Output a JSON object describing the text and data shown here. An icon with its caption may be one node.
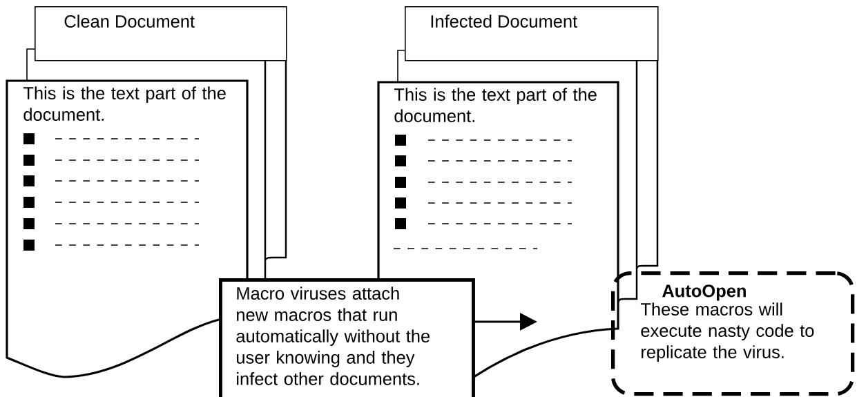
{
  "diagram": {
    "nodes": [
      {
        "text": [
          "Clean Document"
        ]
      },
      {
        "text": [
          "This is the text part of the document."
        ]
      },
      {
        "text": [
          "Infected Document"
        ]
      },
      {
        "text": [
          "This is the text part of the document."
        ]
      },
      {
        "text": [
          "Macro viruses attach new macros that run automatically without the user knowing and they infect other documents."
        ]
      },
      {
        "text": [
          "AutoOpen",
          "These macros will execute nasty code to replicate the virus."
        ]
      }
    ],
    "edges": [
      {
        "from": 4,
        "to": 3,
        "arrow": "to"
      }
    ]
  }
}
